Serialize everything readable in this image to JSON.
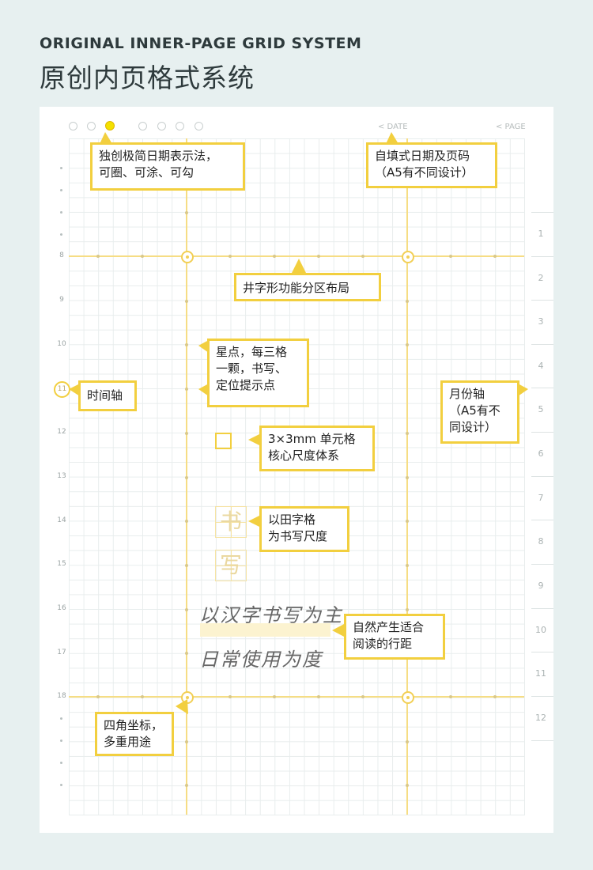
{
  "header": {
    "title_en": "ORIGINAL INNER-PAGE GRID SYSTEM",
    "title_zh": "原创内页格式系统"
  },
  "page_top": {
    "date_label": "< DATE",
    "page_label": "< PAGE"
  },
  "hour_axis": {
    "labels": [
      "8",
      "9",
      "10",
      "11",
      "12",
      "13",
      "14",
      "15",
      "16",
      "17",
      "18"
    ]
  },
  "month_axis": {
    "labels": [
      "1",
      "2",
      "3",
      "4",
      "5",
      "6",
      "7",
      "8",
      "9",
      "10",
      "11",
      "12"
    ]
  },
  "callouts": {
    "date_method": "独创极简日期表示法，\n可圈、可涂、可勾",
    "self_fill": "自填式日期及页码\n（A5有不同设计）",
    "well_layout": "井字形功能分区布局",
    "star_points": "星点，每三格\n一颗，书写、\n定位提示点",
    "time_axis": "时间轴",
    "month_axis": "月份轴\n（A5有不\n同设计）",
    "unit_cell": "3×3mm 单元格\n核心尺度体系",
    "tian_grid": "以田字格\n为书写尺度",
    "line_spacing": "自然产生适合\n阅读的行距",
    "corner_coords": "四角坐标，\n多重用途"
  },
  "samples": {
    "tian_char_1": "书",
    "tian_char_2": "写",
    "handwriting_line_1": "以汉字书写为主",
    "handwriting_line_2": "日常使用为度"
  },
  "colors": {
    "accent_yellow": "#f2cf3f",
    "guide_yellow": "#f6dd84",
    "background": "#e7f0f0"
  }
}
